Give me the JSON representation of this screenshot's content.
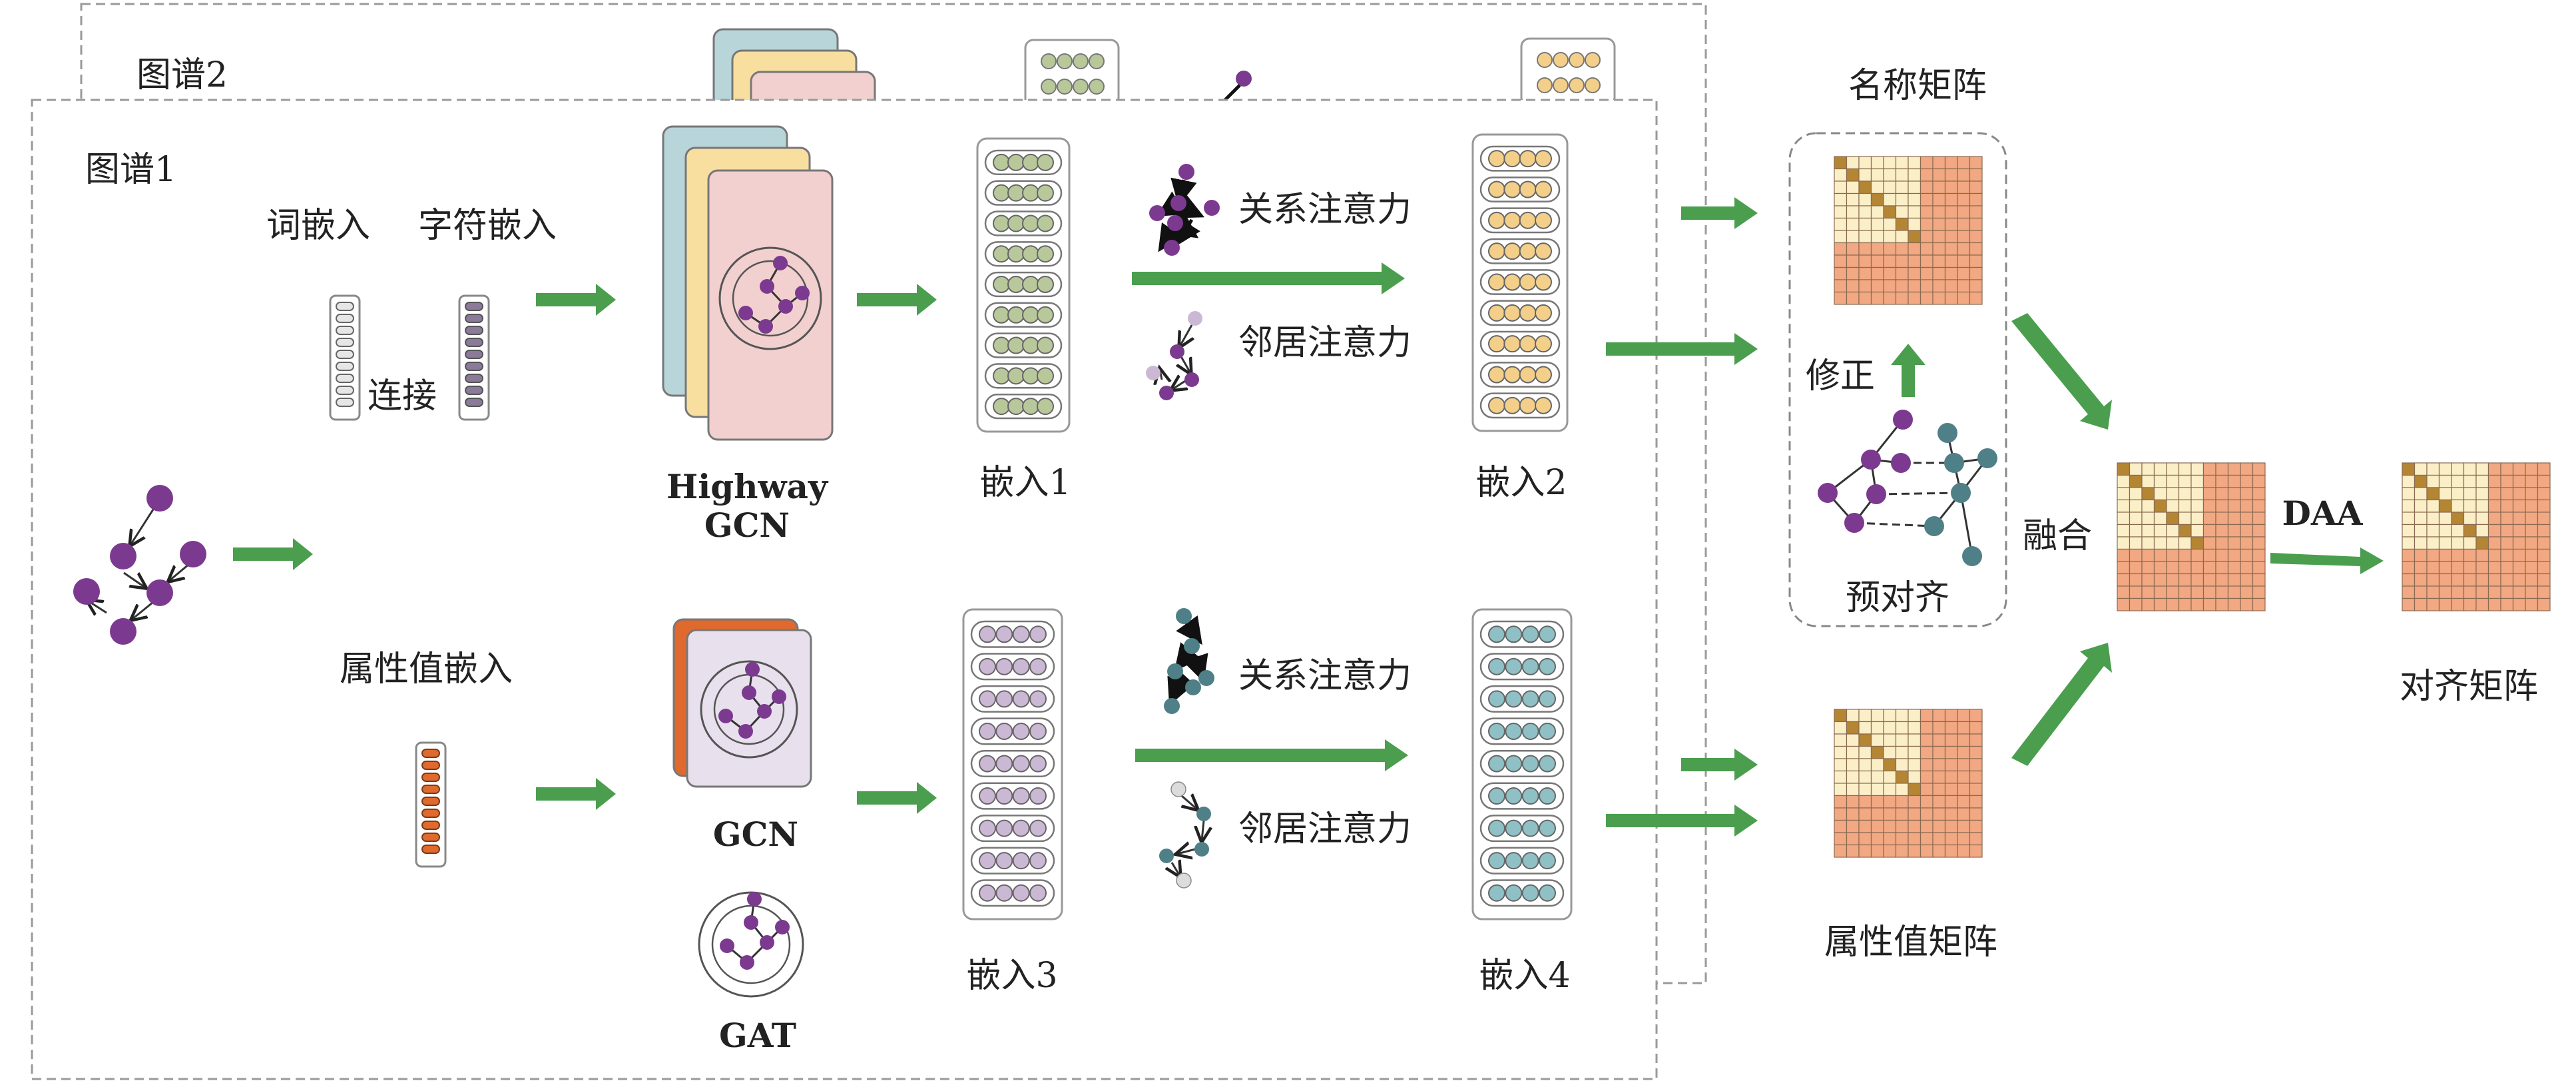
{
  "graph2": {
    "title": "图谱2"
  },
  "graph1": {
    "title": "图谱1"
  },
  "inputs": {
    "word_embedding": "词嵌入",
    "char_embedding": "字符嵌入",
    "concat": "连接",
    "attr_embedding": "属性值嵌入"
  },
  "models": {
    "highway_gcn_line1": "Highway",
    "highway_gcn_line2": "GCN",
    "gcn": "GCN",
    "gat": "GAT"
  },
  "embeddings": {
    "e1": "嵌入1",
    "e2": "嵌入2",
    "e3": "嵌入3",
    "e4": "嵌入4"
  },
  "attention": {
    "relation_top": "关系注意力",
    "neighbor_top": "邻居注意力",
    "relation_bottom": "关系注意力",
    "neighbor_bottom": "邻居注意力"
  },
  "matrices": {
    "name_matrix": "名称矩阵",
    "correction": "修正",
    "pre_alignment": "预对齐",
    "fusion": "融合",
    "attr_matrix": "属性值矩阵",
    "daa": "DAA",
    "alignment_matrix": "对齐矩阵"
  },
  "colors": {
    "arrow_green": "#4a9e4e",
    "purple": "#7b3a8f",
    "teal": "#4f7f87",
    "green_cell": "#b9c89a",
    "yellow_cell": "#f3cf8a",
    "lilac_cell": "#cbb8d4",
    "teal_cell": "#8fc0c6",
    "matrix_cream": "#fbefc8",
    "matrix_salmon": "#f2a882",
    "matrix_brown": "#b48532",
    "card_pink": "#f2d0cf",
    "card_yellow": "#f8dfa0",
    "card_blue": "#b8d6da",
    "card_orange": "#e0692d",
    "card_lilac": "#e8e0ec"
  }
}
